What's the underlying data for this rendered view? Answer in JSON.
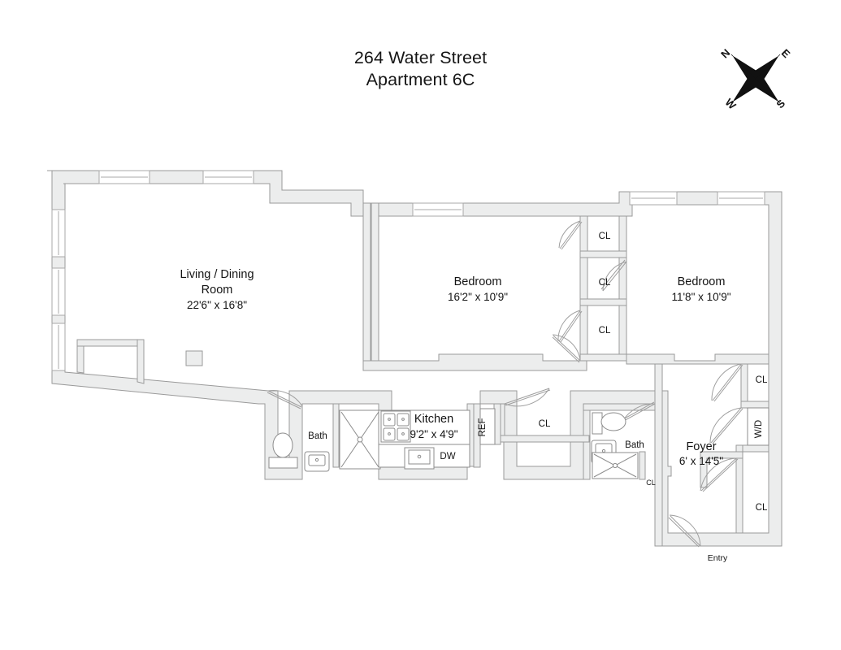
{
  "document": {
    "type": "floor-plan",
    "title_line1": "264 Water Street",
    "title_line2": "Apartment 6C"
  },
  "compass": {
    "name": "compass-rose",
    "north": "N",
    "east": "E",
    "south": "S",
    "west": "W",
    "rotation_note": "star rotated 45 degrees"
  },
  "rooms": [
    {
      "key": "living_dining",
      "name_line1": "Living / Dining",
      "name_line2": "Room",
      "dimensions": "22'6\" x 16'8\""
    },
    {
      "key": "bedroom_main",
      "name": "Bedroom",
      "dimensions": "16'2\" x 10'9\""
    },
    {
      "key": "bedroom_second",
      "name": "Bedroom",
      "dimensions": "11'8\" x 10'9\""
    },
    {
      "key": "kitchen",
      "name": "Kitchen",
      "dimensions": "9'2\" x 4'9\""
    },
    {
      "key": "foyer",
      "name": "Foyer",
      "dimensions": "6' x 14'5\""
    },
    {
      "key": "bath_west",
      "name": "Bath"
    },
    {
      "key": "bath_east",
      "name": "Bath"
    }
  ],
  "closets": [
    {
      "key": "cl_bed_top",
      "label": "CL"
    },
    {
      "key": "cl_bed_mid",
      "label": "CL"
    },
    {
      "key": "cl_bed_bottom",
      "label": "CL"
    },
    {
      "key": "cl_hall",
      "label": "CL"
    },
    {
      "key": "cl_bath_east",
      "label": "CL"
    },
    {
      "key": "cl_foyer_upper",
      "label": "CL"
    },
    {
      "key": "cl_foyer_lower",
      "label": "CL"
    }
  ],
  "appliances": [
    {
      "key": "refrigerator",
      "label": "REF",
      "orientation": "vertical"
    },
    {
      "key": "dishwasher",
      "label": "DW",
      "orientation": "horizontal"
    },
    {
      "key": "washer_dryer",
      "label": "W/D",
      "orientation": "vertical"
    }
  ],
  "markers": [
    {
      "key": "entry",
      "label": "Entry"
    }
  ],
  "colors": {
    "wall_fill": "#eceded",
    "wall_stroke": "#9a9a9a",
    "fixture_stroke": "#8c8c8c",
    "text": "#141414",
    "background": "#ffffff",
    "compass_dark": "#111111"
  }
}
